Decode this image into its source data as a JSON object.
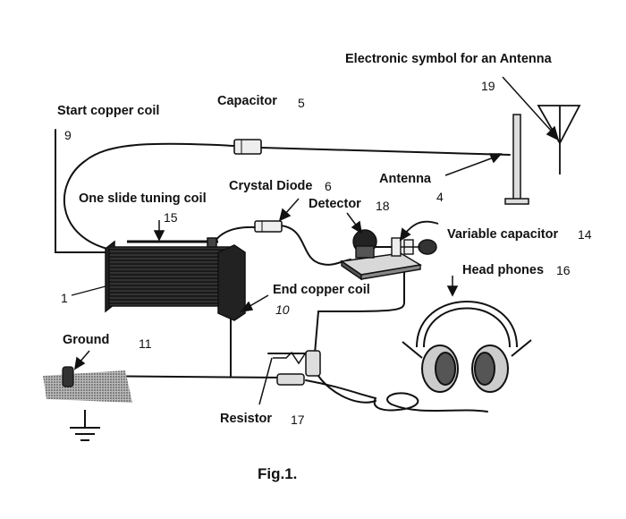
{
  "labels": {
    "antenna_symbol": "Electronic symbol for an Antenna",
    "start_coil": "Start copper coil",
    "capacitor": "Capacitor",
    "antenna": "Antenna",
    "crystal_diode": "Crystal Diode",
    "detector": "Detector",
    "tuning_coil": "One slide tuning coil",
    "variable_capacitor": "Variable capacitor",
    "head_phones": "Head phones",
    "end_coil": "End copper coil",
    "ground": "Ground",
    "resistor": "Resistor"
  },
  "numbers": {
    "n19": "19",
    "n9": "9",
    "n5": "5",
    "n4": "4",
    "n6": "6",
    "n18": "18",
    "n15": "15",
    "n14": "14",
    "n16": "16",
    "n1": "1",
    "n10": "10",
    "n11": "11",
    "n17": "17"
  },
  "caption": "Fig.1."
}
